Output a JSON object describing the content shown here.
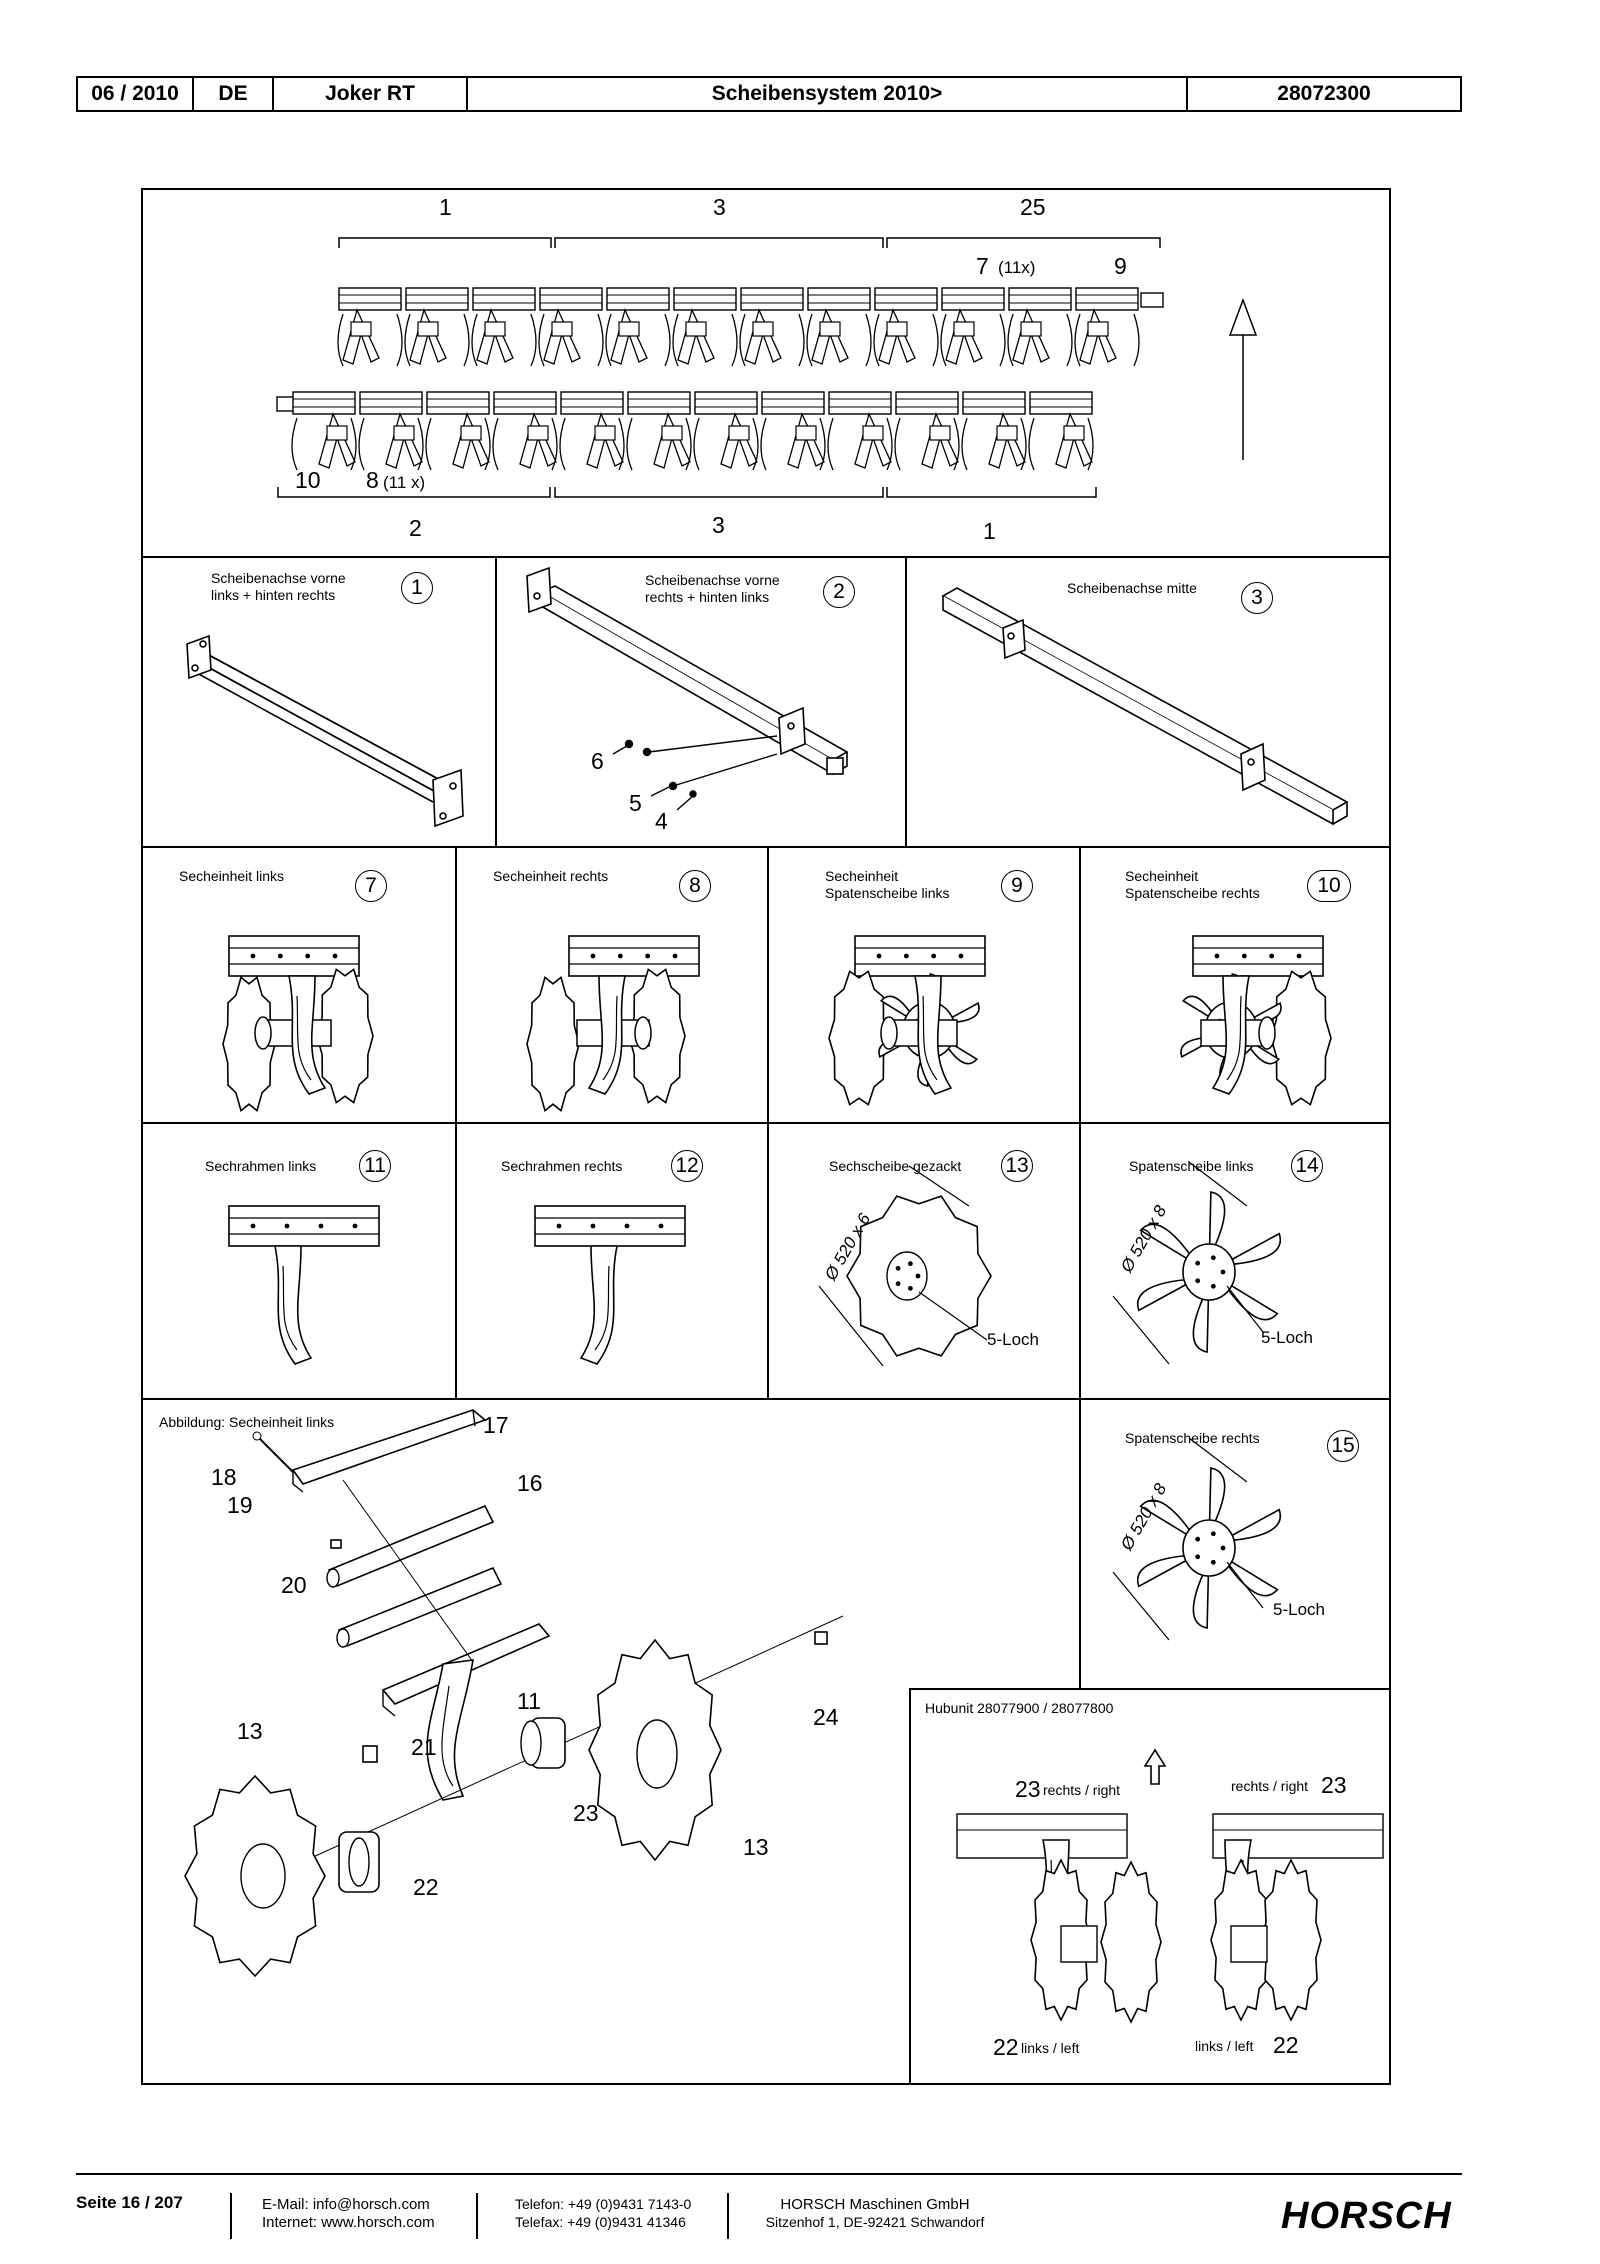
{
  "header": {
    "date": "06 / 2010",
    "lang": "DE",
    "model": "Joker RT",
    "title": "Scheibensystem 2010>",
    "partno": "28072300"
  },
  "overview": {
    "top_labels": [
      "1",
      "3",
      "25"
    ],
    "top_sub": [
      "7",
      "(11x)",
      "9"
    ],
    "bottom_labels": [
      "2",
      "3",
      "1"
    ],
    "bottom_sub": [
      "10",
      "8",
      "(11 x)"
    ]
  },
  "cells": {
    "c1": {
      "caption": "Scheibenachse vorne\nlinks + hinten rechts",
      "num": "1"
    },
    "c2": {
      "caption": "Scheibenachse vorne\nrechts + hinten links",
      "num": "2",
      "parts": [
        "6",
        "5",
        "4"
      ]
    },
    "c3": {
      "caption": "Scheibenachse mitte",
      "num": "3"
    },
    "c7": {
      "caption": "Secheinheit links",
      "num": "7"
    },
    "c8": {
      "caption": "Secheinheit rechts",
      "num": "8"
    },
    "c9": {
      "caption": "Secheinheit\nSpatenscheibe links",
      "num": "9"
    },
    "c10": {
      "caption": "Secheinheit\nSpatenscheibe rechts",
      "num": "10"
    },
    "c11": {
      "caption": "Sechrahmen links",
      "num": "11"
    },
    "c12": {
      "caption": "Sechrahmen rechts",
      "num": "12"
    },
    "c13": {
      "caption": "Sechscheibe gezackt",
      "num": "13",
      "dim": "Ø 520 x 6",
      "hole": "5-Loch"
    },
    "c14": {
      "caption": "Spatenscheibe links",
      "num": "14",
      "dim": "Ø 520 x 8",
      "hole": "5-Loch"
    },
    "c15": {
      "caption": "Spatenscheibe rechts",
      "num": "15",
      "dim": "Ø 520 x 8",
      "hole": "5-Loch"
    },
    "exploded": {
      "caption": "Abbildung: Secheinheit links",
      "parts": [
        "17",
        "18",
        "19",
        "16",
        "20",
        "11",
        "24",
        "13",
        "21",
        "23",
        "22",
        "13"
      ]
    },
    "hub": {
      "caption": "Hubunit 28077900 / 28077800",
      "l23": "23",
      "l23t": "rechts / right",
      "r23t": "rechts / right",
      "r23": "23",
      "l22": "22",
      "l22t": "links / left",
      "r22t": "links / left",
      "r22": "22"
    }
  },
  "footer": {
    "page": "Seite 16 / 207",
    "email": "E-Mail: info@horsch.com",
    "web": "Internet: www.horsch.com",
    "phone": "Telefon: +49 (0)9431 7143-0",
    "fax": "Telefax: +49 (0)9431 41346",
    "company": "HORSCH Maschinen GmbH",
    "address": "Sitzenhof 1, DE-92421 Schwandorf",
    "logo": "HORSCH"
  }
}
